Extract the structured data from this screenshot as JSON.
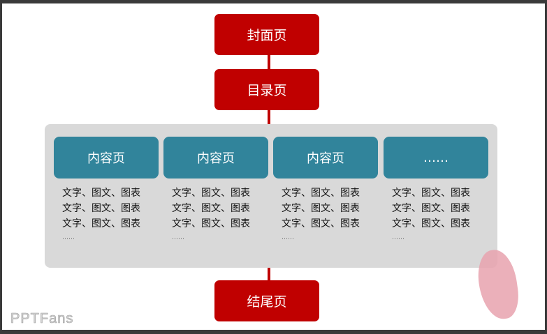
{
  "nodes": {
    "cover": "封面页",
    "toc": "目录页",
    "ending": "结尾页"
  },
  "cards": [
    {
      "title": "内容页",
      "lines": [
        "文字、图文、图表",
        "文字、图文、图表",
        "文字、图文、图表"
      ],
      "more": "……"
    },
    {
      "title": "内容页",
      "lines": [
        "文字、图文、图表",
        "文字、图文、图表",
        "文字、图文、图表"
      ],
      "more": "……"
    },
    {
      "title": "内容页",
      "lines": [
        "文字、图文、图表",
        "文字、图文、图表",
        "文字、图文、图表"
      ],
      "more": "……"
    },
    {
      "title": "……",
      "lines": [
        "文字、图文、图表",
        "文字、图文、图表",
        "文字、图文、图表"
      ],
      "more": "……"
    }
  ],
  "watermark": "PPTFans",
  "colors": {
    "red": "#c00000",
    "teal": "#31849b",
    "panel": "#d9d9d9"
  }
}
